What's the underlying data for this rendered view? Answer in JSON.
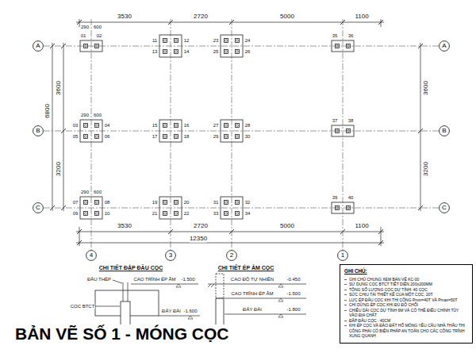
{
  "diagram": {
    "nodes": [
      {
        "text": [
          "A"
        ]
      },
      {
        "text": [
          "A"
        ]
      },
      {
        "text": [
          "B"
        ]
      },
      {
        "text": [
          "B"
        ]
      },
      {
        "text": [
          "C"
        ]
      },
      {
        "text": [
          "C"
        ]
      },
      {
        "text": [
          "4"
        ]
      },
      {
        "text": [
          "3"
        ]
      },
      {
        "text": [
          "2"
        ]
      },
      {
        "text": [
          "1"
        ]
      },
      {
        "text": [
          "GHI CHÚ:",
          "GHI CHÚ CHUNG XEM BẢN VẼ KC-00",
          "SỬ DỤNG CỌC BTCT TIẾT DIỆN 200x200MM",
          "TỔNG SỐ LƯỢNG CỌC DỰ TÍNH: 40 CỌC",
          "SỨC CHỊU TẢI THIẾT KẾ CỦA MỘT CỌC: 20T",
          "LỰC ÉP ĐẦU CỌC KHI THI CÔNG Pmin=40T VÀ Pmax=50T",
          "CHỈ DỪNG ÉP CỌC KHI ĐỦ ĐỘ CHỐI",
          "CHIỀU DÀI CỌC DỰ TÍNH 6M VÀ CÓ THỂ ĐIỀU CHỈNH TÙY VÀO ĐỊA CHẤT",
          "ĐẬP ĐẦU CỌC : 40CM",
          "KHI ÉP CỌC VÀ ĐÀO ĐẤT HỐ MÓNG YÊU CẦU NHÀ THẦU THI CÔNG PHẢI CÓ BIỆN PHÁP AN TOÀN CHO CÁC CÔNG TRÌNH XUNG QUANH"
        ]
      }
    ],
    "edges": [
      {
        "from": 0,
        "to": 1,
        "arrow": "none"
      },
      {
        "from": 2,
        "to": 3,
        "arrow": "none"
      },
      {
        "from": 4,
        "to": 5,
        "arrow": "none"
      }
    ],
    "labels": [
      "3530",
      "2720",
      "5000",
      "1100",
      "3600",
      "3200",
      "6800",
      "3600",
      "3200",
      "3530",
      "2720",
      "5000",
      "1100",
      "12350",
      "01",
      "02",
      "03",
      "04",
      "05",
      "06",
      "07",
      "08",
      "09",
      "10",
      "11",
      "12",
      "13",
      "14",
      "15",
      "16",
      "17",
      "18",
      "19",
      "20",
      "21",
      "22",
      "23",
      "24",
      "25",
      "26",
      "27",
      "28",
      "29",
      "30",
      "31",
      "32",
      "33",
      "34",
      "35",
      "36",
      "37",
      "38",
      "39",
      "40",
      "290",
      "600",
      "290",
      "600",
      "290",
      "600",
      "CHI TIẾT ĐẬP ĐẦU CỌC",
      "ĐẦU THÉP",
      "CAO TRÌNH ÉP ÂM",
      "-1.500",
      "CỌC BTCT",
      "ĐÁY ĐÀI",
      "-1.600",
      "CHI TIẾT ÉP ÂM CỌC",
      "CAO ĐỘ TỰ NHIÊN",
      "-0.450",
      "CAO TRÌNH ÉP ÂM",
      "-1.500",
      "ĐÁY ĐÀI",
      "-1.800",
      "BẢN VẼ SỐ 1 - MÓNG CỌC"
    ]
  }
}
